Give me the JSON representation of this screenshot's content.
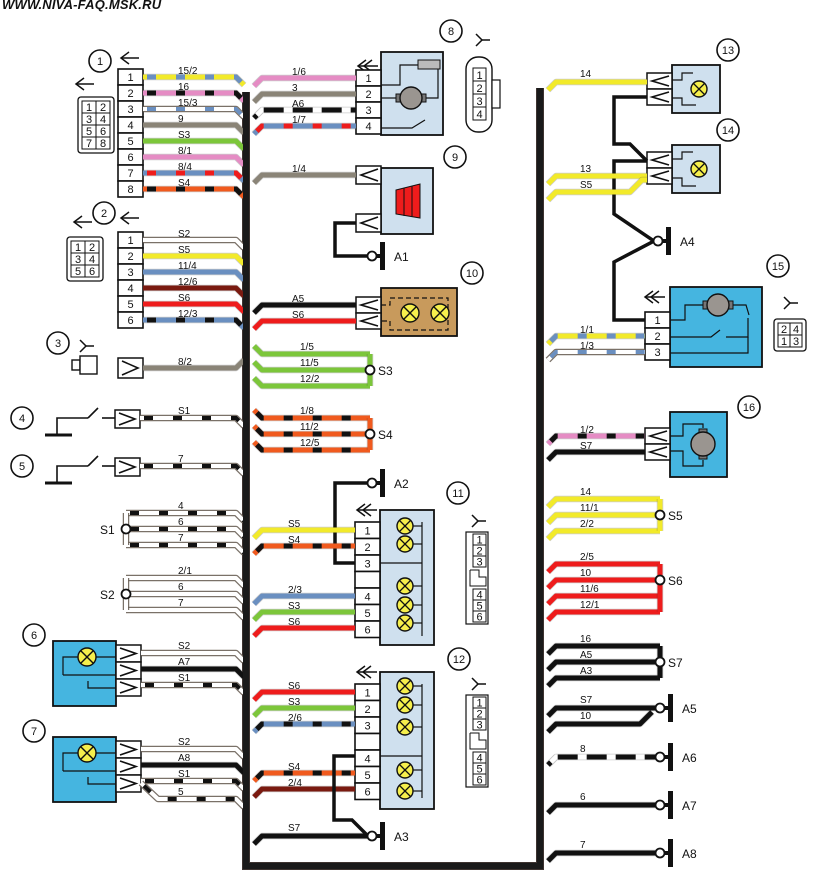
{
  "watermark": "WWW.NIVA-FAQ.MSK.RU",
  "colors": {
    "harness": "#1a1a1a",
    "yellow": "#f2ea2a",
    "pink": "#e58cc4",
    "white": "#ffffff",
    "grey": "#8a8477",
    "green": "#7cc63a",
    "blue": "#6a8fc0",
    "red": "#ee1c1c",
    "orange": "#f05a1e",
    "brown": "#7a1a10",
    "black": "#111111",
    "component_blue": "#cfe0ee",
    "component_cyan": "#45b5e0",
    "component_tan": "#c89a5c",
    "lamp": "#f6ef4c"
  },
  "components": [
    {
      "id": "1",
      "pins": [
        "1",
        "2",
        "3",
        "4",
        "5",
        "6",
        "7",
        "8"
      ],
      "view_pins": [
        "1",
        "2",
        "3",
        "4",
        "5",
        "6",
        "7",
        "8"
      ],
      "wires": [
        {
          "label": "15/2",
          "color": "yellow",
          "stripe": "blue"
        },
        {
          "label": "16",
          "color": "pink",
          "stripe": "black"
        },
        {
          "label": "15/3",
          "color": "white",
          "stripe": "blue"
        },
        {
          "label": "9",
          "color": "grey",
          "stripe": ""
        },
        {
          "label": "S3",
          "color": "green",
          "stripe": ""
        },
        {
          "label": "8/1",
          "color": "pink",
          "stripe": ""
        },
        {
          "label": "8/4",
          "color": "blue",
          "stripe": "red"
        },
        {
          "label": "S4",
          "color": "orange",
          "stripe": "black"
        }
      ]
    },
    {
      "id": "2",
      "pins": [
        "1",
        "2",
        "3",
        "4",
        "5",
        "6"
      ],
      "view_pins": [
        "1",
        "2",
        "3",
        "4",
        "5",
        "6"
      ],
      "wires": [
        {
          "label": "S2",
          "color": "white",
          "stripe": ""
        },
        {
          "label": "S5",
          "color": "yellow",
          "stripe": ""
        },
        {
          "label": "11/4",
          "color": "blue",
          "stripe": ""
        },
        {
          "label": "12/6",
          "color": "brown",
          "stripe": ""
        },
        {
          "label": "S6",
          "color": "red",
          "stripe": ""
        },
        {
          "label": "12/3",
          "color": "blue",
          "stripe": "black"
        }
      ]
    },
    {
      "id": "3",
      "wires": [
        {
          "label": "8/2",
          "color": "grey",
          "stripe": ""
        }
      ]
    },
    {
      "id": "4",
      "wires": [
        {
          "label": "S1",
          "color": "white",
          "stripe": "black"
        }
      ]
    },
    {
      "id": "5",
      "wires": [
        {
          "label": "7",
          "color": "white",
          "stripe": "black"
        }
      ]
    },
    {
      "id": "6",
      "wires": [
        {
          "label": "S2",
          "color": "white",
          "stripe": ""
        },
        {
          "label": "A7",
          "color": "black",
          "stripe": ""
        },
        {
          "label": "S1",
          "color": "white",
          "stripe": "black"
        }
      ]
    },
    {
      "id": "7",
      "wires": [
        {
          "label": "S2",
          "color": "white",
          "stripe": ""
        },
        {
          "label": "A8",
          "color": "black",
          "stripe": ""
        },
        {
          "label": "S1",
          "color": "white",
          "stripe": "black"
        },
        {
          "label": "5",
          "color": "white",
          "stripe": "black"
        }
      ]
    },
    {
      "id": "8",
      "pins": [
        "1",
        "2",
        "3",
        "4"
      ],
      "view_pins": [
        "1",
        "2",
        "3",
        "4"
      ],
      "wires": [
        {
          "label": "1/6",
          "color": "pink",
          "stripe": ""
        },
        {
          "label": "3",
          "color": "grey",
          "stripe": ""
        },
        {
          "label": "A6",
          "color": "black",
          "stripe": "white"
        },
        {
          "label": "1/7",
          "color": "blue",
          "stripe": "red"
        }
      ]
    },
    {
      "id": "9",
      "wires": [
        {
          "label": "1/4",
          "color": "grey",
          "stripe": ""
        }
      ],
      "ground": "A1"
    },
    {
      "id": "10",
      "wires": [
        {
          "label": "A5",
          "color": "black",
          "stripe": ""
        },
        {
          "label": "S6",
          "color": "red",
          "stripe": ""
        }
      ]
    },
    {
      "id": "11",
      "pins": [
        "1",
        "2",
        "3",
        "4",
        "5",
        "6"
      ],
      "view_pins": [
        "1",
        "2",
        "3",
        "4",
        "5",
        "6"
      ],
      "ground": "A2",
      "wires": [
        {
          "label": "S5",
          "color": "yellow",
          "stripe": ""
        },
        {
          "label": "S4",
          "color": "orange",
          "stripe": "black"
        },
        {
          "label": "2/3",
          "color": "blue",
          "stripe": ""
        },
        {
          "label": "S3",
          "color": "green",
          "stripe": ""
        },
        {
          "label": "S6",
          "color": "red",
          "stripe": ""
        }
      ]
    },
    {
      "id": "12",
      "pins": [
        "1",
        "2",
        "3",
        "4",
        "5",
        "6"
      ],
      "view_pins": [
        "1",
        "2",
        "3",
        "4",
        "5",
        "6"
      ],
      "ground": "A3",
      "wires": [
        {
          "label": "S6",
          "color": "red",
          "stripe": ""
        },
        {
          "label": "S3",
          "color": "green",
          "stripe": ""
        },
        {
          "label": "2/6",
          "color": "blue",
          "stripe": "black"
        },
        {
          "label": "S4",
          "color": "orange",
          "stripe": "black"
        },
        {
          "label": "2/4",
          "color": "brown",
          "stripe": ""
        },
        {
          "label": "S7",
          "color": "black",
          "stripe": ""
        }
      ]
    },
    {
      "id": "13",
      "wires": [
        {
          "label": "14",
          "color": "yellow",
          "stripe": ""
        }
      ]
    },
    {
      "id": "14",
      "wires": [
        {
          "label": "13",
          "color": "yellow",
          "stripe": ""
        },
        {
          "label": "S5",
          "color": "yellow",
          "stripe": ""
        }
      ],
      "ground": "A4"
    },
    {
      "id": "15",
      "pins": [
        "1",
        "2",
        "3"
      ],
      "view_pins": [
        "2",
        "4",
        "1",
        "3"
      ],
      "wires": [
        {
          "label": "1/1",
          "color": "yellow",
          "stripe": "blue"
        },
        {
          "label": "1/3",
          "color": "white",
          "stripe": "blue"
        }
      ]
    },
    {
      "id": "16",
      "wires": [
        {
          "label": "1/2",
          "color": "pink",
          "stripe": "black"
        },
        {
          "label": "S7",
          "color": "black",
          "stripe": ""
        }
      ]
    }
  ],
  "splices": [
    {
      "id": "S3",
      "wires": [
        "1/5",
        "11/5",
        "12/2"
      ],
      "color": "green",
      "stripe": ""
    },
    {
      "id": "S4",
      "wires": [
        "1/8",
        "11/2",
        "12/5"
      ],
      "color": "orange",
      "stripe": "black"
    },
    {
      "id": "S1",
      "wires": [
        "4",
        "6",
        "7"
      ],
      "color": "white",
      "stripe": "black"
    },
    {
      "id": "S2",
      "wires": [
        "2/1",
        "6",
        "7"
      ],
      "color": "white",
      "stripe": ""
    },
    {
      "id": "S5",
      "wires": [
        "14",
        "11/1",
        "2/2"
      ],
      "color": "yellow",
      "stripe": ""
    },
    {
      "id": "S6",
      "wires": [
        "2/5",
        "10",
        "11/6",
        "12/1"
      ],
      "color": "red",
      "stripe": ""
    },
    {
      "id": "S7",
      "wires": [
        "16",
        "A5",
        "A3"
      ],
      "color": "black",
      "stripe": ""
    }
  ],
  "grounds": [
    {
      "id": "A1"
    },
    {
      "id": "A2"
    },
    {
      "id": "A3"
    },
    {
      "id": "A4"
    },
    {
      "id": "A5",
      "wires": [
        "S7",
        "10"
      ]
    },
    {
      "id": "A6",
      "wires": [
        "8"
      ],
      "stripe": "white"
    },
    {
      "id": "A7",
      "wires": [
        "6"
      ]
    },
    {
      "id": "A8",
      "wires": [
        "7"
      ]
    }
  ]
}
